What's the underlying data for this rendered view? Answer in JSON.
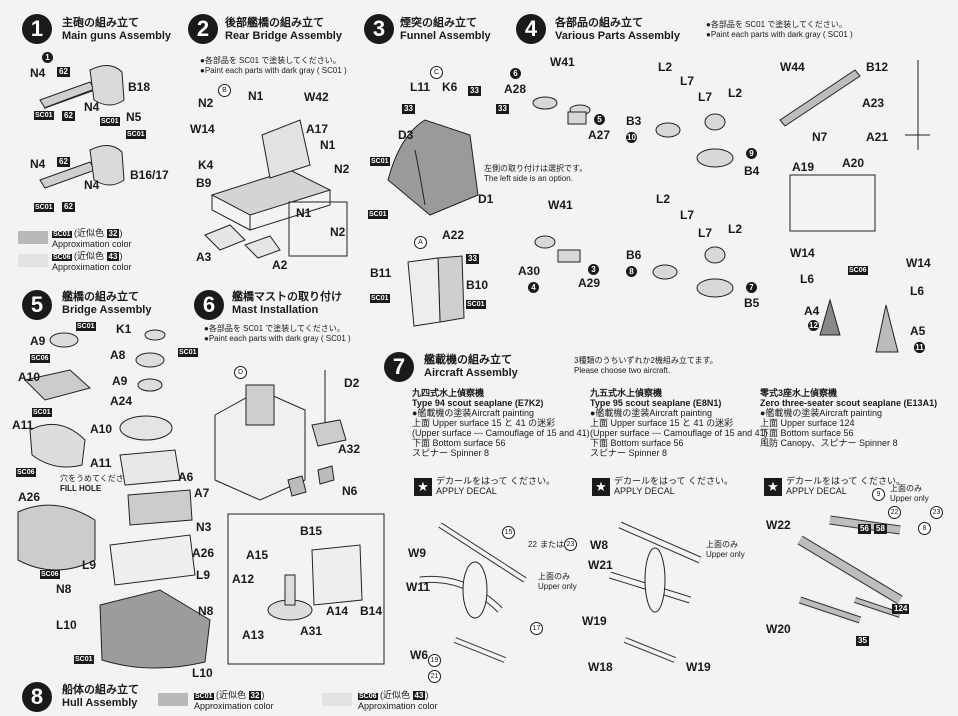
{
  "sections": [
    {
      "n": "1",
      "jp": "主砲の組み立て",
      "en": "Main guns Assembly"
    },
    {
      "n": "2",
      "jp": "後部艦橋の組み立て",
      "en": "Rear Bridge Assembly"
    },
    {
      "n": "3",
      "jp": "煙突の組み立て",
      "en": "Funnel Assembly"
    },
    {
      "n": "4",
      "jp": "各部品の組み立て",
      "en": "Various Parts Assembly"
    },
    {
      "n": "5",
      "jp": "艦橋の組み立て",
      "en": "Bridge Assembly"
    },
    {
      "n": "6",
      "jp": "艦橋マストの取り付け",
      "en": "Mast Installation"
    },
    {
      "n": "7",
      "jp": "艦載機の組み立て",
      "en": "Aircraft Assembly"
    },
    {
      "n": "8",
      "jp": "船体の組み立て",
      "en": "Hull Assembly"
    }
  ],
  "notes": {
    "paint_jp": "●各部品を SC01 で塗装してください。",
    "paint_en": "●Paint each parts with dark gray ( SC01 )",
    "left_option_jp": "左側の取り付けは選択です。",
    "left_option_en": "The left side is an option.",
    "aircraft_choice_jp": "3種類のうちいずれか2機組み立てます。",
    "aircraft_choice_en": "Please choose two aircraft.",
    "fill_hole_jp": "穴をうめてください。",
    "fill_hole_en": "FILL HOLE",
    "decal_jp": "デカールをはって ください。",
    "decal_en": "APPLY DECAL",
    "upper_only_jp": "上面のみ",
    "upper_only_en": "Upper only",
    "or_jp": "または"
  },
  "legend": [
    {
      "code": "SC01",
      "jp": "(近似色",
      "num": "32",
      "en": "Approximation color",
      "color": "#b9b9b9"
    },
    {
      "code": "SC06",
      "jp": "(近似色",
      "num": "43",
      "en": "Approximation color",
      "color": "#e2e2e2"
    }
  ],
  "aircraft": [
    {
      "jp": "九四式水上偵察機",
      "en": "Type 94 scout seaplane (E7K2)",
      "paint_title": "●艦載機の塗装Aircraft painting",
      "rows": [
        [
          "上面 Upper surface",
          "15 と 41 の迷彩"
        ],
        [
          "(Upper surface --- Camouflage of",
          "15 and 41)"
        ],
        [
          "下面 Bottom surface",
          "56"
        ],
        [
          "スピナー Spinner",
          "8"
        ]
      ]
    },
    {
      "jp": "九五式水上偵察機",
      "en": "Type 95 scout seaplane (E8N1)",
      "paint_title": "●艦載機の塗装Aircraft painting",
      "rows": [
        [
          "上面 Upper surface",
          "15 と 41 の迷彩"
        ],
        [
          "(Upper surface --- Camouflage of",
          "15 and 41)"
        ],
        [
          "下面 Bottom surface",
          "56"
        ],
        [
          "スピナー Spinner",
          "8"
        ]
      ]
    },
    {
      "jp": "零式3座水上偵察機",
      "en": "Zero three-seater scout seaplane (E13A1)",
      "paint_title": "●艦載機の塗装Aircraft painting",
      "rows": [
        [
          "上面 Upper surface",
          "124"
        ],
        [
          "下面 Bottom surface",
          "56"
        ],
        [
          "風防 Canopy、スピナー Spinner",
          "8"
        ]
      ]
    }
  ],
  "part_labels": [
    "N4",
    "B18",
    "N4",
    "N5",
    "N4",
    "B16/17",
    "N4",
    "N2",
    "N1",
    "W42",
    "W14",
    "A17",
    "N1",
    "K4",
    "N2",
    "B9",
    "N1",
    "N2",
    "A3",
    "A2",
    "L11",
    "K6",
    "D3",
    "D1",
    "A22",
    "B11",
    "B10",
    "A28",
    "W41",
    "A27",
    "A30",
    "A29",
    "W41",
    "L2",
    "L7",
    "B3",
    "L7",
    "L2",
    "B4",
    "L2",
    "L7",
    "B6",
    "L7",
    "L2",
    "B5",
    "W44",
    "B12",
    "A23",
    "N7",
    "A21",
    "A19",
    "A20",
    "W14",
    "W14",
    "L6",
    "L6",
    "A4",
    "A5",
    "A9",
    "K1",
    "A8",
    "A10",
    "A9",
    "A24",
    "A11",
    "A10",
    "A11",
    "A6",
    "A7",
    "A26",
    "N3",
    "A26",
    "L9",
    "L9",
    "N8",
    "N8",
    "L10",
    "L10",
    "D2",
    "A32",
    "N6",
    "B15",
    "A15",
    "A12",
    "A14",
    "B14",
    "A13",
    "A31",
    "W9",
    "W11",
    "W6",
    "W8",
    "W21",
    "W19",
    "W18",
    "W19",
    "W22",
    "W20"
  ],
  "circle_letters": [
    "B",
    "C",
    "A",
    "D"
  ],
  "paint_numbers": [
    "62",
    "62",
    "62",
    "62",
    "33",
    "33",
    "33",
    "33",
    "11",
    "11",
    "9",
    "10",
    "8",
    "7",
    "3",
    "4",
    "5",
    "6",
    "12",
    "1",
    "15",
    "17",
    "19",
    "21",
    "22",
    "23",
    "56",
    "124",
    "35",
    "58",
    "9",
    "22",
    "23",
    "8"
  ]
}
